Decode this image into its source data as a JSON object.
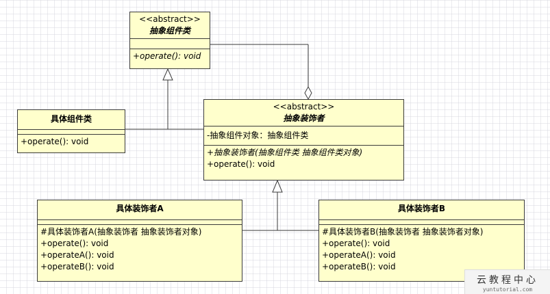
{
  "colors": {
    "class_fill": "#ffffcc",
    "line": "#3a3a3a"
  },
  "classes": {
    "component": {
      "stereotype": "<<abstract>>",
      "name": "抽象组件类",
      "attributes": [],
      "operations": [
        "+operate(): void"
      ]
    },
    "concrete_component": {
      "name": "具体组件类",
      "attributes": [],
      "operations": [
        "+operate(): void"
      ]
    },
    "decorator": {
      "stereotype": "<<abstract>>",
      "name": "抽象装饰者",
      "attributes": [
        "-抽象组件对象：抽象组件类"
      ],
      "operations": [
        "+抽象装饰者(抽象组件类 抽象组件类对象)",
        "+operate(): void"
      ]
    },
    "decorator_a": {
      "name": "具体装饰者A",
      "operations": [
        "#具体装饰者A(抽象装饰者 抽象装饰者对象)",
        "+operate(): void",
        "+operateA(): void",
        "+operateB(): void"
      ]
    },
    "decorator_b": {
      "name": "具体装饰者B",
      "operations": [
        "#具体装饰者B(抽象装饰者 抽象装饰者对象)",
        "+operate(): void",
        "+operateA(): void",
        "+operateB(): void"
      ]
    }
  },
  "watermark": {
    "title": "云教程中心",
    "url": "yuntutorial.com"
  }
}
